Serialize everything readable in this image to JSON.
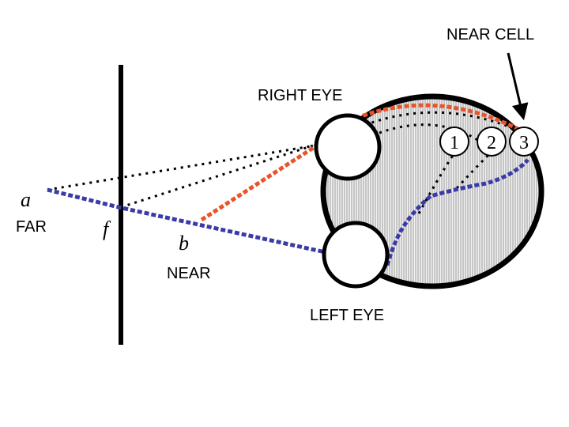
{
  "labels": {
    "near_cell": "NEAR CELL",
    "right_eye": "RIGHT EYE",
    "left_eye": "LEFT EYE",
    "far": "FAR",
    "near": "NEAR",
    "point_a": "a",
    "point_b": "b",
    "point_f": "f"
  },
  "cells": [
    "1",
    "2",
    "3"
  ],
  "colors": {
    "right_eye_path": "#e8552a",
    "left_eye_path": "#3a3aa8",
    "outline": "#000000"
  }
}
